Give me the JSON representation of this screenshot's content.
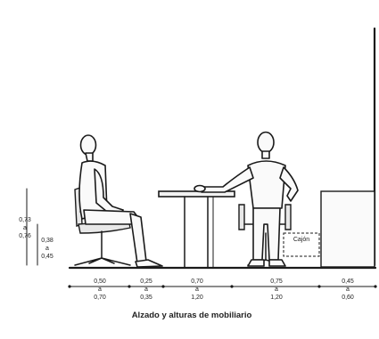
{
  "caption": "Alzado y alturas de mobiliario",
  "cajon_label": "Cajón",
  "vertical_dimension": {
    "left_top": "0,73",
    "left_mid": "a",
    "left_bottom": "0,76",
    "right_top": "0,38",
    "right_mid": "a",
    "right_bottom": "0,45"
  },
  "horizontal_dimensions": [
    {
      "top": "0,50",
      "mid": "a",
      "bottom": "0,70"
    },
    {
      "top": "0,25",
      "mid": "a",
      "bottom": "0,35"
    },
    {
      "top": "0,70",
      "mid": "a",
      "bottom": "1,20"
    },
    {
      "top": "0,75",
      "mid": "a",
      "bottom": "1,20"
    },
    {
      "top": "0,45",
      "mid": "a",
      "bottom": "0,60"
    }
  ]
}
